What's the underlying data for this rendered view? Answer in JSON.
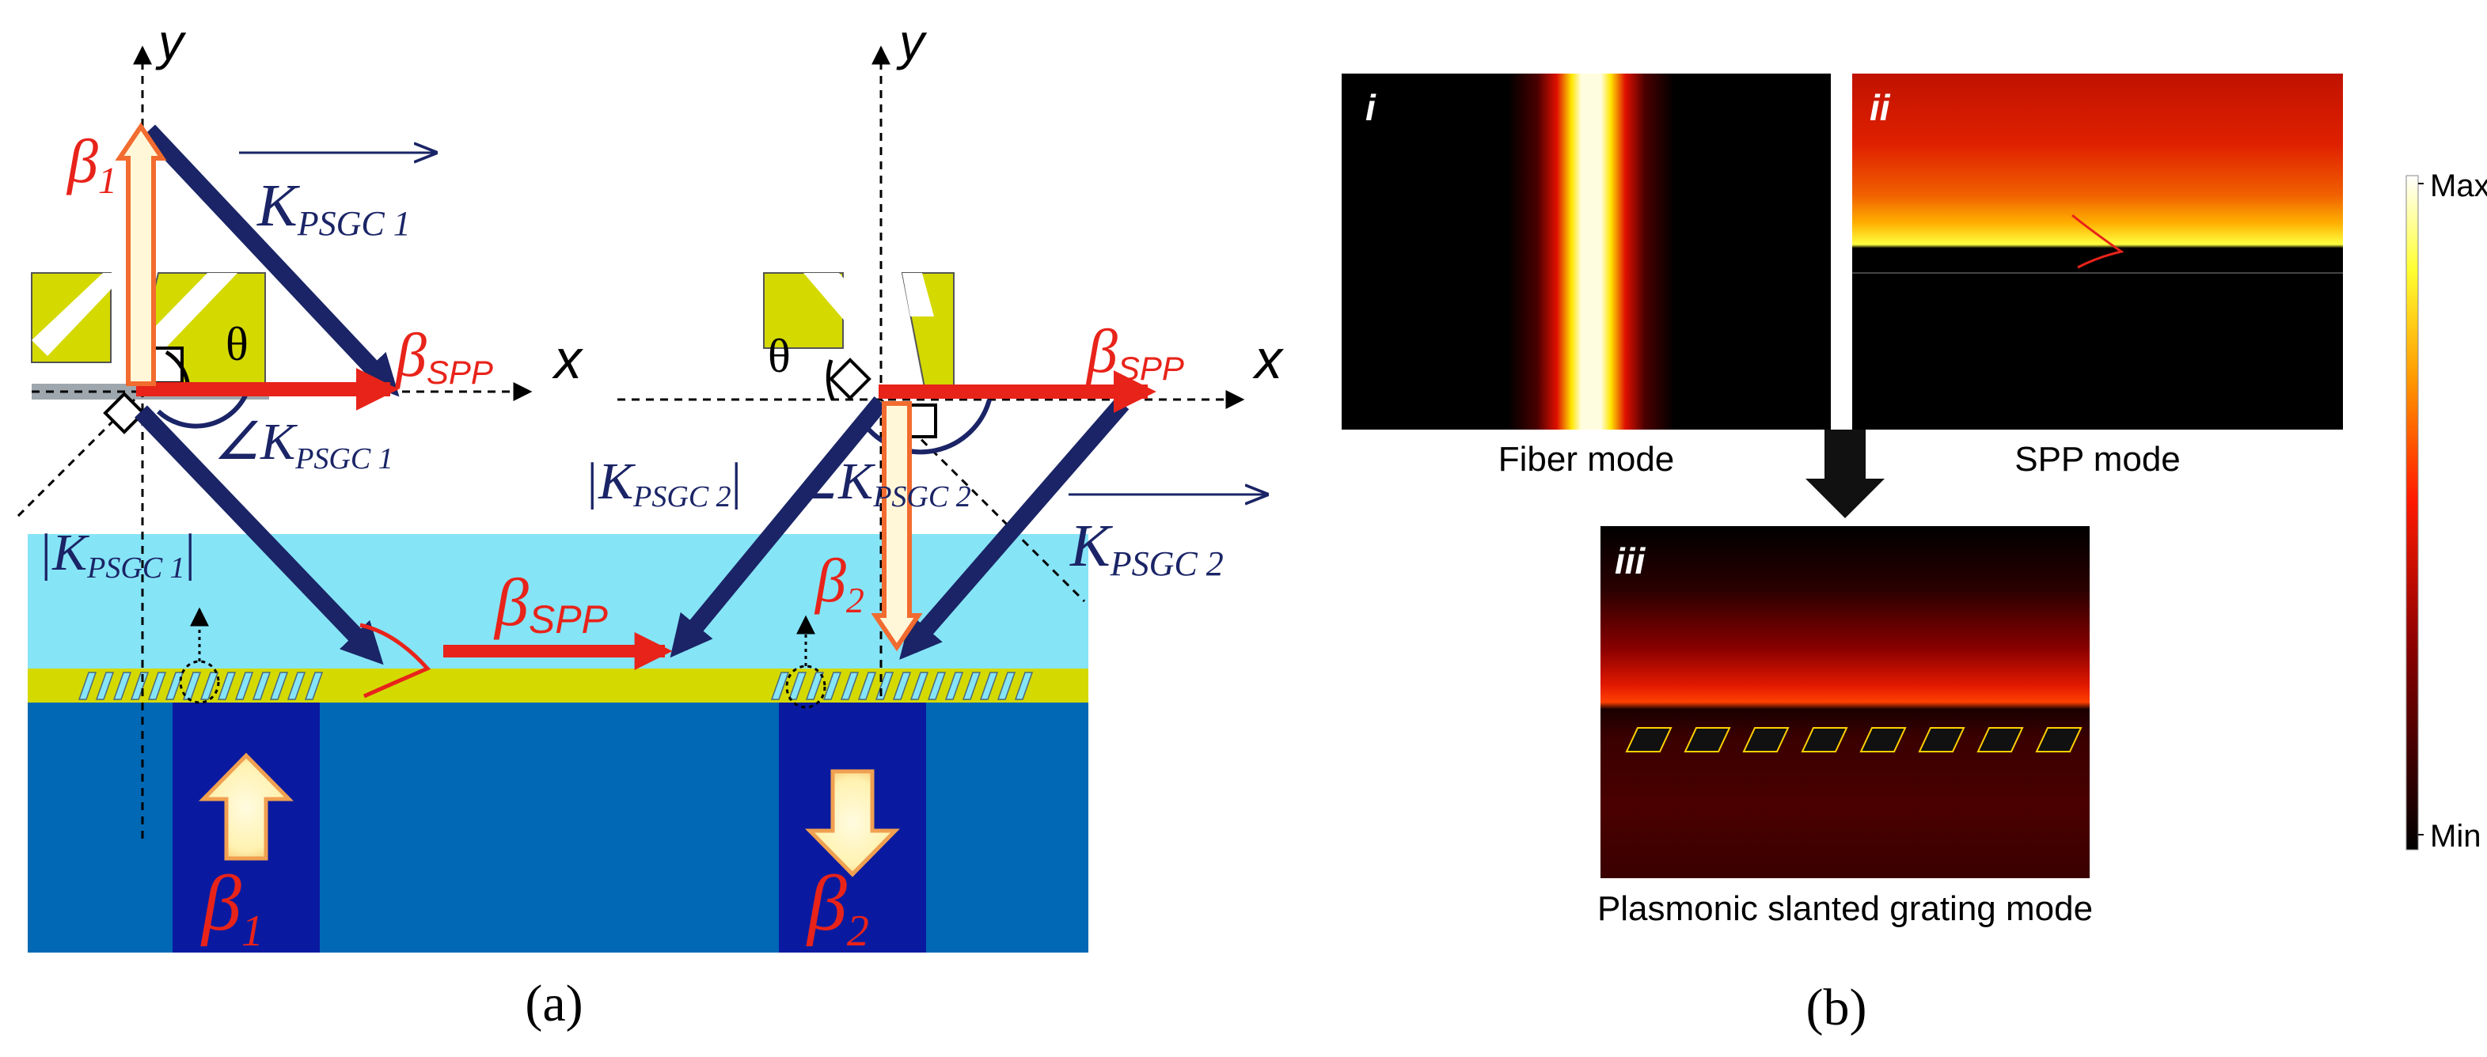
{
  "panel_a": {
    "caption": "(a)",
    "axis_left": {
      "y": "y",
      "x": "x"
    },
    "axis_right": {
      "y": "y",
      "x": "x"
    },
    "theta": "θ",
    "beta_1_top": {
      "base": "β",
      "sub": "1"
    },
    "beta_spp_left": {
      "base": "β",
      "sub": "SPP"
    },
    "k_psgc1_vec": {
      "base": "K",
      "sub": "PSGC 1"
    },
    "angle_k_psgc1": {
      "prefix": "∠K",
      "sub": "PSGC 1"
    },
    "abs_k_psgc1": {
      "prefix": "|K",
      "sub": "PSGC 1",
      "suffix": "|"
    },
    "beta_spp_center": {
      "base": "β",
      "sub": "SPP"
    },
    "beta_spp_right": {
      "base": "β",
      "sub": "SPP"
    },
    "abs_k_psgc2": {
      "prefix": "|K",
      "sub": "PSGC 2",
      "suffix": "|"
    },
    "angle_k_psgc2": {
      "prefix": "∠K",
      "sub": "PSGC 2"
    },
    "k_psgc2_vec": {
      "base": "K",
      "sub": "PSGC 2"
    },
    "beta_2_mid": {
      "base": "β",
      "sub": "2"
    },
    "beta_1_bottom": {
      "base": "β",
      "sub": "1"
    },
    "beta_2_bottom": {
      "base": "β",
      "sub": "2"
    }
  },
  "panel_b": {
    "caption": "(b)",
    "labels": {
      "fiber_mode": "Fiber mode",
      "spp_mode": "SPP mode",
      "grating_mode": "Plasmonic slanted grating mode"
    },
    "roman": {
      "i": "i",
      "ii": "ii",
      "iii": "iii"
    },
    "colorbar": {
      "max": "Max",
      "min": "Min"
    }
  },
  "colors": {
    "beta_red": "#e8231a",
    "beta_orange": "#f26b2f",
    "vector_navy": "#1a2466",
    "gold": "#d4d900",
    "cover_cyan": "#86e4f7",
    "substrate_blue": "#0068b5",
    "core_blue": "#0a1aa0"
  }
}
